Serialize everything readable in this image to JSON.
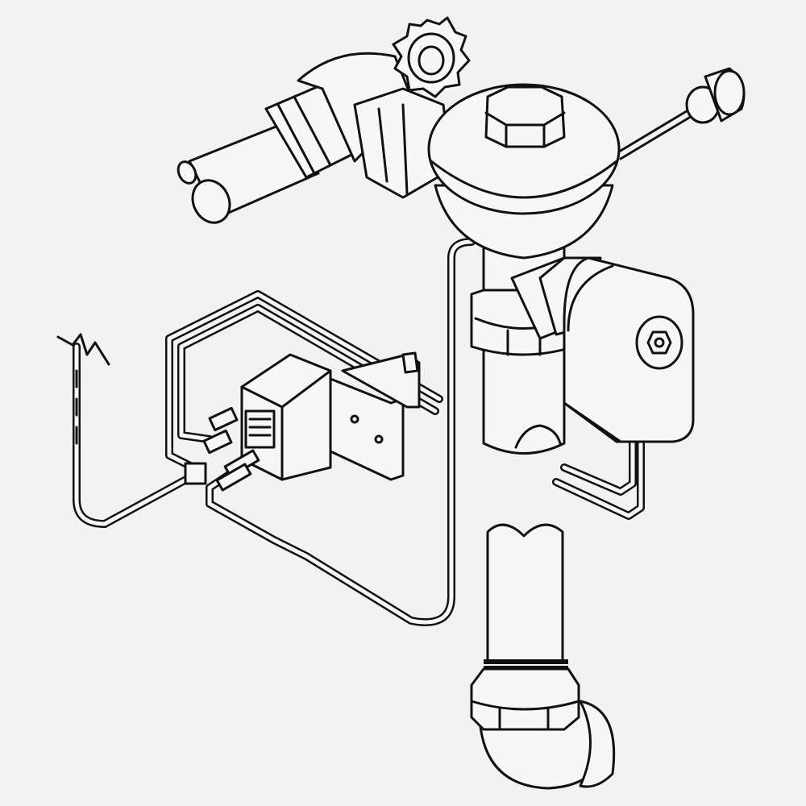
{
  "diagram": {
    "type": "isometric line drawing",
    "components": [
      "inlet-pipe",
      "stop-valve-elbow",
      "handwheel",
      "flush-valve-body",
      "octagon-cap",
      "handle-rod",
      "handle-knob",
      "solenoid-housing",
      "transformer",
      "mounting-bracket",
      "wiring",
      "outlet-pipe",
      "coupling-nut",
      "outlet-elbow",
      "cut-wire-break"
    ]
  },
  "colors": {
    "background": "#f2f2f2",
    "stroke": "#111111",
    "fill": "#f7f7f7"
  }
}
